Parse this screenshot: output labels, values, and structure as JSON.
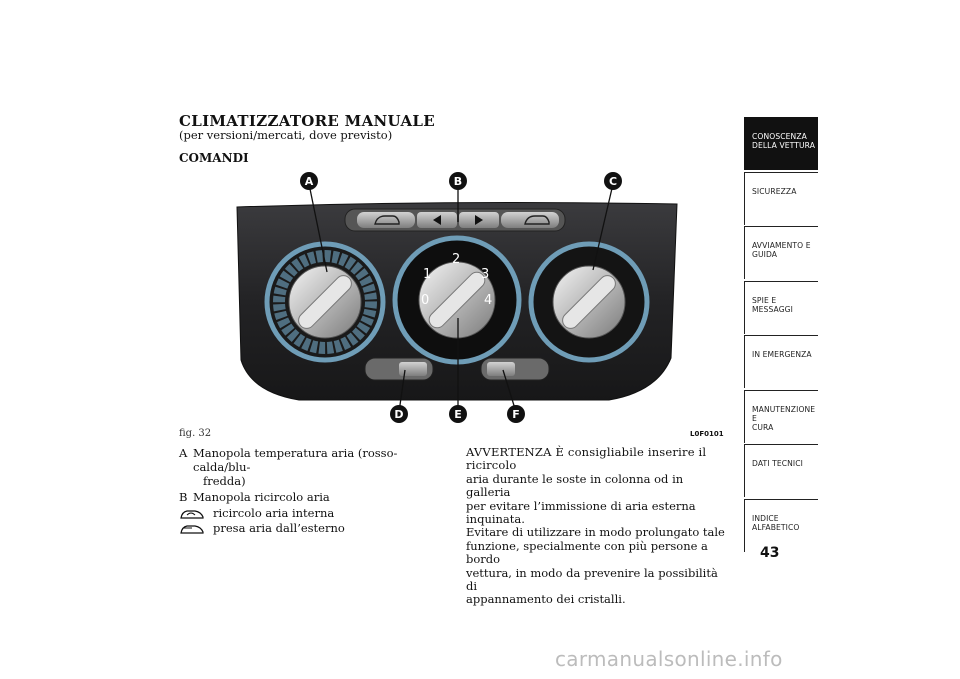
{
  "heading": {
    "title": "CLIMATIZZATORE MANUALE",
    "subtitle": "(per versioni/mercati, dove previsto)",
    "section": "COMANDI"
  },
  "figure": {
    "caption": "fig. 32",
    "code": "L0F0101",
    "callouts": [
      "A",
      "B",
      "C",
      "D",
      "E",
      "F"
    ],
    "fan_numbers": [
      "0",
      "1",
      "2",
      "3",
      "4"
    ]
  },
  "legend": {
    "items": [
      {
        "letter": "A",
        "text": "Manopola temperatura aria (rosso-calda/blu-",
        "text2": "fredda)"
      },
      {
        "letter": "B",
        "text": "Manopola ricircolo aria"
      }
    ],
    "sub_items": [
      {
        "icon": "internal-recirculation-icon",
        "text": "ricircolo aria interna"
      },
      {
        "icon": "external-air-intake-icon",
        "text": "presa aria dall’esterno"
      }
    ]
  },
  "warning": {
    "lines": [
      "AVVERTENZA È consigliabile inserire il ricircolo",
      "aria durante le soste in colonna od in galleria",
      "per evitare l’immissione di aria esterna inquinata.",
      "Evitare di utilizzare in modo prolungato tale",
      "funzione, specialmente con più persone a bordo",
      "vettura, in modo da prevenire la possibilità di",
      "appannamento dei cristalli."
    ]
  },
  "tabs": [
    {
      "line1": "CONOSCENZA",
      "line2": "DELLA VETTURA",
      "active": true
    },
    {
      "line1": "SICUREZZA",
      "line2": ""
    },
    {
      "line1": "AVVIAMENTO E",
      "line2": "GUIDA"
    },
    {
      "line1": "SPIE E MESSAGGI",
      "line2": ""
    },
    {
      "line1": "IN EMERGENZA",
      "line2": ""
    },
    {
      "line1": "MANUTENZIONE E",
      "line2": "CURA"
    },
    {
      "line1": "DATI TECNICI",
      "line2": ""
    },
    {
      "line1": "INDICE",
      "line2": "ALFABETICO"
    }
  ],
  "page_number": "43",
  "watermark": "carmanualsonline.info",
  "colors": {
    "tab_active": "#111111",
    "callout": "#111111",
    "panel": "#2a2a2c",
    "ring": "#6f9db7"
  }
}
